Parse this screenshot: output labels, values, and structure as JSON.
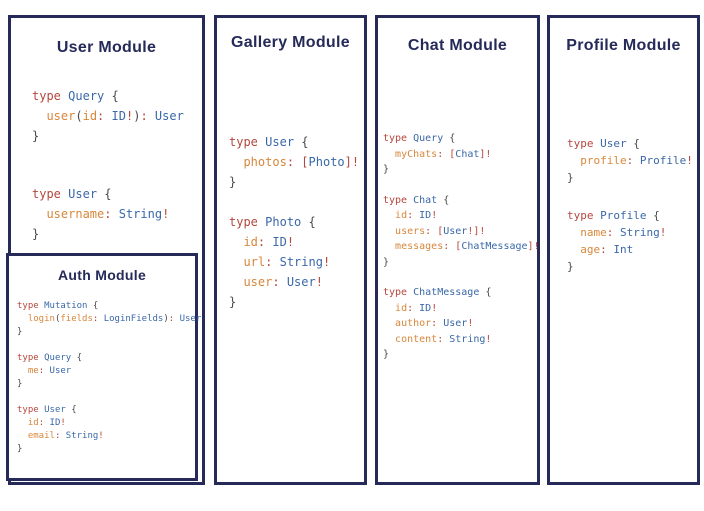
{
  "colors": {
    "navy": "#252a58",
    "red": "#b5473d",
    "blue": "#3a68a8",
    "orange": "#d8873c",
    "punct": "#4a4a4a"
  },
  "panels": {
    "user": {
      "title": "User Module",
      "blocks": [
        [
          [
            [
              "k",
              "type"
            ],
            [
              "t",
              " "
            ],
            [
              "c",
              "Query"
            ],
            [
              "t",
              " "
            ],
            [
              "p",
              "{"
            ]
          ],
          [
            [
              "t",
              "  "
            ],
            [
              "f",
              "user"
            ],
            [
              "p",
              "("
            ],
            [
              "f",
              "id"
            ],
            [
              "o",
              ":"
            ],
            [
              "t",
              " "
            ],
            [
              "c",
              "ID"
            ],
            [
              "o",
              "!"
            ],
            [
              "p",
              ")"
            ],
            [
              "o",
              ":"
            ],
            [
              "t",
              " "
            ],
            [
              "c",
              "User"
            ]
          ],
          [
            [
              "p",
              "}"
            ]
          ]
        ],
        [
          [
            [
              "k",
              "type"
            ],
            [
              "t",
              " "
            ],
            [
              "c",
              "User"
            ],
            [
              "t",
              " "
            ],
            [
              "p",
              "{"
            ]
          ],
          [
            [
              "t",
              "  "
            ],
            [
              "f",
              "username"
            ],
            [
              "o",
              ":"
            ],
            [
              "t",
              " "
            ],
            [
              "c",
              "String"
            ],
            [
              "o",
              "!"
            ]
          ],
          [
            [
              "p",
              "}"
            ]
          ]
        ]
      ]
    },
    "auth": {
      "title": "Auth Module",
      "blocks": [
        [
          [
            [
              "k",
              "type"
            ],
            [
              "t",
              " "
            ],
            [
              "c",
              "Mutation"
            ],
            [
              "t",
              " "
            ],
            [
              "p",
              "{"
            ]
          ],
          [
            [
              "t",
              "  "
            ],
            [
              "f",
              "login"
            ],
            [
              "p",
              "("
            ],
            [
              "f",
              "fields"
            ],
            [
              "o",
              ":"
            ],
            [
              "t",
              " "
            ],
            [
              "c",
              "LoginFields"
            ],
            [
              "p",
              ")"
            ],
            [
              "o",
              ":"
            ],
            [
              "t",
              " "
            ],
            [
              "c",
              "User"
            ]
          ],
          [
            [
              "p",
              "}"
            ]
          ]
        ],
        [
          [
            [
              "k",
              "type"
            ],
            [
              "t",
              " "
            ],
            [
              "c",
              "Query"
            ],
            [
              "t",
              " "
            ],
            [
              "p",
              "{"
            ]
          ],
          [
            [
              "t",
              "  "
            ],
            [
              "f",
              "me"
            ],
            [
              "o",
              ":"
            ],
            [
              "t",
              " "
            ],
            [
              "c",
              "User"
            ]
          ],
          [
            [
              "p",
              "}"
            ]
          ]
        ],
        [
          [
            [
              "k",
              "type"
            ],
            [
              "t",
              " "
            ],
            [
              "c",
              "User"
            ],
            [
              "t",
              " "
            ],
            [
              "p",
              "{"
            ]
          ],
          [
            [
              "t",
              "  "
            ],
            [
              "f",
              "id"
            ],
            [
              "o",
              ":"
            ],
            [
              "t",
              " "
            ],
            [
              "c",
              "ID"
            ],
            [
              "o",
              "!"
            ]
          ],
          [
            [
              "t",
              "  "
            ],
            [
              "f",
              "email"
            ],
            [
              "o",
              ":"
            ],
            [
              "t",
              " "
            ],
            [
              "c",
              "String"
            ],
            [
              "o",
              "!"
            ]
          ],
          [
            [
              "p",
              "}"
            ]
          ]
        ]
      ]
    },
    "gallery": {
      "title": "Gallery Module",
      "blocks": [
        [
          [
            [
              "k",
              "type"
            ],
            [
              "t",
              " "
            ],
            [
              "c",
              "User"
            ],
            [
              "t",
              " "
            ],
            [
              "p",
              "{"
            ]
          ],
          [
            [
              "t",
              "  "
            ],
            [
              "f",
              "photos"
            ],
            [
              "o",
              ":"
            ],
            [
              "t",
              " "
            ],
            [
              "o",
              "["
            ],
            [
              "c",
              "Photo"
            ],
            [
              "o",
              "]!"
            ]
          ],
          [
            [
              "p",
              "}"
            ]
          ]
        ],
        [
          [
            [
              "k",
              "type"
            ],
            [
              "t",
              " "
            ],
            [
              "c",
              "Photo"
            ],
            [
              "t",
              " "
            ],
            [
              "p",
              "{"
            ]
          ],
          [
            [
              "t",
              "  "
            ],
            [
              "f",
              "id"
            ],
            [
              "o",
              ":"
            ],
            [
              "t",
              " "
            ],
            [
              "c",
              "ID"
            ],
            [
              "o",
              "!"
            ]
          ],
          [
            [
              "t",
              "  "
            ],
            [
              "f",
              "url"
            ],
            [
              "o",
              ":"
            ],
            [
              "t",
              " "
            ],
            [
              "c",
              "String"
            ],
            [
              "o",
              "!"
            ]
          ],
          [
            [
              "t",
              "  "
            ],
            [
              "f",
              "user"
            ],
            [
              "o",
              ":"
            ],
            [
              "t",
              " "
            ],
            [
              "c",
              "User"
            ],
            [
              "o",
              "!"
            ]
          ],
          [
            [
              "p",
              "}"
            ]
          ]
        ]
      ]
    },
    "chat": {
      "title": "Chat Module",
      "blocks": [
        [
          [
            [
              "k",
              "type"
            ],
            [
              "t",
              " "
            ],
            [
              "c",
              "Query"
            ],
            [
              "t",
              " "
            ],
            [
              "p",
              "{"
            ]
          ],
          [
            [
              "t",
              "  "
            ],
            [
              "f",
              "myChats"
            ],
            [
              "o",
              ":"
            ],
            [
              "t",
              " "
            ],
            [
              "o",
              "["
            ],
            [
              "c",
              "Chat"
            ],
            [
              "o",
              "]!"
            ]
          ],
          [
            [
              "p",
              "}"
            ]
          ]
        ],
        [
          [
            [
              "k",
              "type"
            ],
            [
              "t",
              " "
            ],
            [
              "c",
              "Chat"
            ],
            [
              "t",
              " "
            ],
            [
              "p",
              "{"
            ]
          ],
          [
            [
              "t",
              "  "
            ],
            [
              "f",
              "id"
            ],
            [
              "o",
              ":"
            ],
            [
              "t",
              " "
            ],
            [
              "c",
              "ID"
            ],
            [
              "o",
              "!"
            ]
          ],
          [
            [
              "t",
              "  "
            ],
            [
              "f",
              "users"
            ],
            [
              "o",
              ":"
            ],
            [
              "t",
              " "
            ],
            [
              "o",
              "["
            ],
            [
              "c",
              "User"
            ],
            [
              "o",
              "!]!"
            ]
          ],
          [
            [
              "t",
              "  "
            ],
            [
              "f",
              "messages"
            ],
            [
              "o",
              ":"
            ],
            [
              "t",
              " "
            ],
            [
              "o",
              "["
            ],
            [
              "c",
              "ChatMessage"
            ],
            [
              "o",
              "]!"
            ]
          ],
          [
            [
              "p",
              "}"
            ]
          ]
        ],
        [
          [
            [
              "k",
              "type"
            ],
            [
              "t",
              " "
            ],
            [
              "c",
              "ChatMessage"
            ],
            [
              "t",
              " "
            ],
            [
              "p",
              "{"
            ]
          ],
          [
            [
              "t",
              "  "
            ],
            [
              "f",
              "id"
            ],
            [
              "o",
              ":"
            ],
            [
              "t",
              " "
            ],
            [
              "c",
              "ID"
            ],
            [
              "o",
              "!"
            ]
          ],
          [
            [
              "t",
              "  "
            ],
            [
              "f",
              "author"
            ],
            [
              "o",
              ":"
            ],
            [
              "t",
              " "
            ],
            [
              "c",
              "User"
            ],
            [
              "o",
              "!"
            ]
          ],
          [
            [
              "t",
              "  "
            ],
            [
              "f",
              "content"
            ],
            [
              "o",
              ":"
            ],
            [
              "t",
              " "
            ],
            [
              "c",
              "String"
            ],
            [
              "o",
              "!"
            ]
          ],
          [
            [
              "p",
              "}"
            ]
          ]
        ]
      ]
    },
    "profile": {
      "title": "Profile Module",
      "blocks": [
        [
          [
            [
              "k",
              "type"
            ],
            [
              "t",
              " "
            ],
            [
              "c",
              "User"
            ],
            [
              "t",
              " "
            ],
            [
              "p",
              "{"
            ]
          ],
          [
            [
              "t",
              "  "
            ],
            [
              "f",
              "profile"
            ],
            [
              "o",
              ":"
            ],
            [
              "t",
              " "
            ],
            [
              "c",
              "Profile"
            ],
            [
              "o",
              "!"
            ]
          ],
          [
            [
              "p",
              "}"
            ]
          ]
        ],
        [
          [
            [
              "k",
              "type"
            ],
            [
              "t",
              " "
            ],
            [
              "c",
              "Profile"
            ],
            [
              "t",
              " "
            ],
            [
              "p",
              "{"
            ]
          ],
          [
            [
              "t",
              "  "
            ],
            [
              "f",
              "name"
            ],
            [
              "o",
              ":"
            ],
            [
              "t",
              " "
            ],
            [
              "c",
              "String"
            ],
            [
              "o",
              "!"
            ]
          ],
          [
            [
              "t",
              "  "
            ],
            [
              "f",
              "age"
            ],
            [
              "o",
              ":"
            ],
            [
              "t",
              " "
            ],
            [
              "c",
              "Int"
            ]
          ],
          [
            [
              "p",
              "}"
            ]
          ]
        ]
      ]
    }
  }
}
